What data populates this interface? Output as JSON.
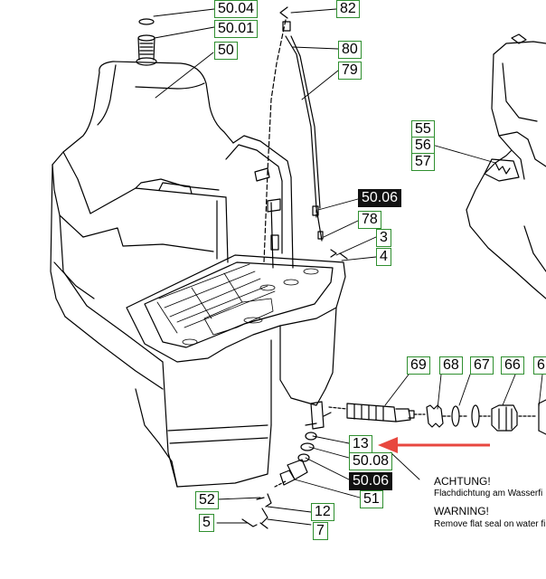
{
  "callouts": [
    {
      "id": "c-50-04",
      "label": "50.04",
      "style": "light"
    },
    {
      "id": "c-50-01",
      "label": "50.01",
      "style": "light"
    },
    {
      "id": "c-50",
      "label": "50",
      "style": "light"
    },
    {
      "id": "c-82",
      "label": "82",
      "style": "light"
    },
    {
      "id": "c-80",
      "label": "80",
      "style": "light"
    },
    {
      "id": "c-79",
      "label": "79",
      "style": "light"
    },
    {
      "id": "c-55",
      "label": "55",
      "style": "light"
    },
    {
      "id": "c-56",
      "label": "56",
      "style": "light"
    },
    {
      "id": "c-57",
      "label": "57",
      "style": "light"
    },
    {
      "id": "c-50-06-top",
      "label": "50.06",
      "style": "dark"
    },
    {
      "id": "c-78",
      "label": "78",
      "style": "light"
    },
    {
      "id": "c-3",
      "label": "3",
      "style": "light"
    },
    {
      "id": "c-4",
      "label": "4",
      "style": "light"
    },
    {
      "id": "c-69",
      "label": "69",
      "style": "light"
    },
    {
      "id": "c-68",
      "label": "68",
      "style": "light"
    },
    {
      "id": "c-67",
      "label": "67",
      "style": "light"
    },
    {
      "id": "c-66",
      "label": "66",
      "style": "light"
    },
    {
      "id": "c-6x",
      "label": "6",
      "style": "light"
    },
    {
      "id": "c-13",
      "label": "13",
      "style": "light"
    },
    {
      "id": "c-50-08",
      "label": "50.08",
      "style": "light"
    },
    {
      "id": "c-50-06-bottom",
      "label": "50.06",
      "style": "dark"
    },
    {
      "id": "c-51",
      "label": "51",
      "style": "light"
    },
    {
      "id": "c-52",
      "label": "52",
      "style": "light"
    },
    {
      "id": "c-5",
      "label": "5",
      "style": "light"
    },
    {
      "id": "c-12",
      "label": "12",
      "style": "light"
    },
    {
      "id": "c-7",
      "label": "7",
      "style": "light"
    }
  ],
  "notes": {
    "german_title": "ACHTUNG!",
    "german_text": "Flachdichtung am Wasserfi",
    "english_title": "WARNING!",
    "english_text": "Remove flat seal on water fi"
  },
  "colors": {
    "line": "#000000",
    "callout_border": "#2f8f2f",
    "dark_callout_bg": "#111111",
    "arrow": "#e8473f"
  }
}
